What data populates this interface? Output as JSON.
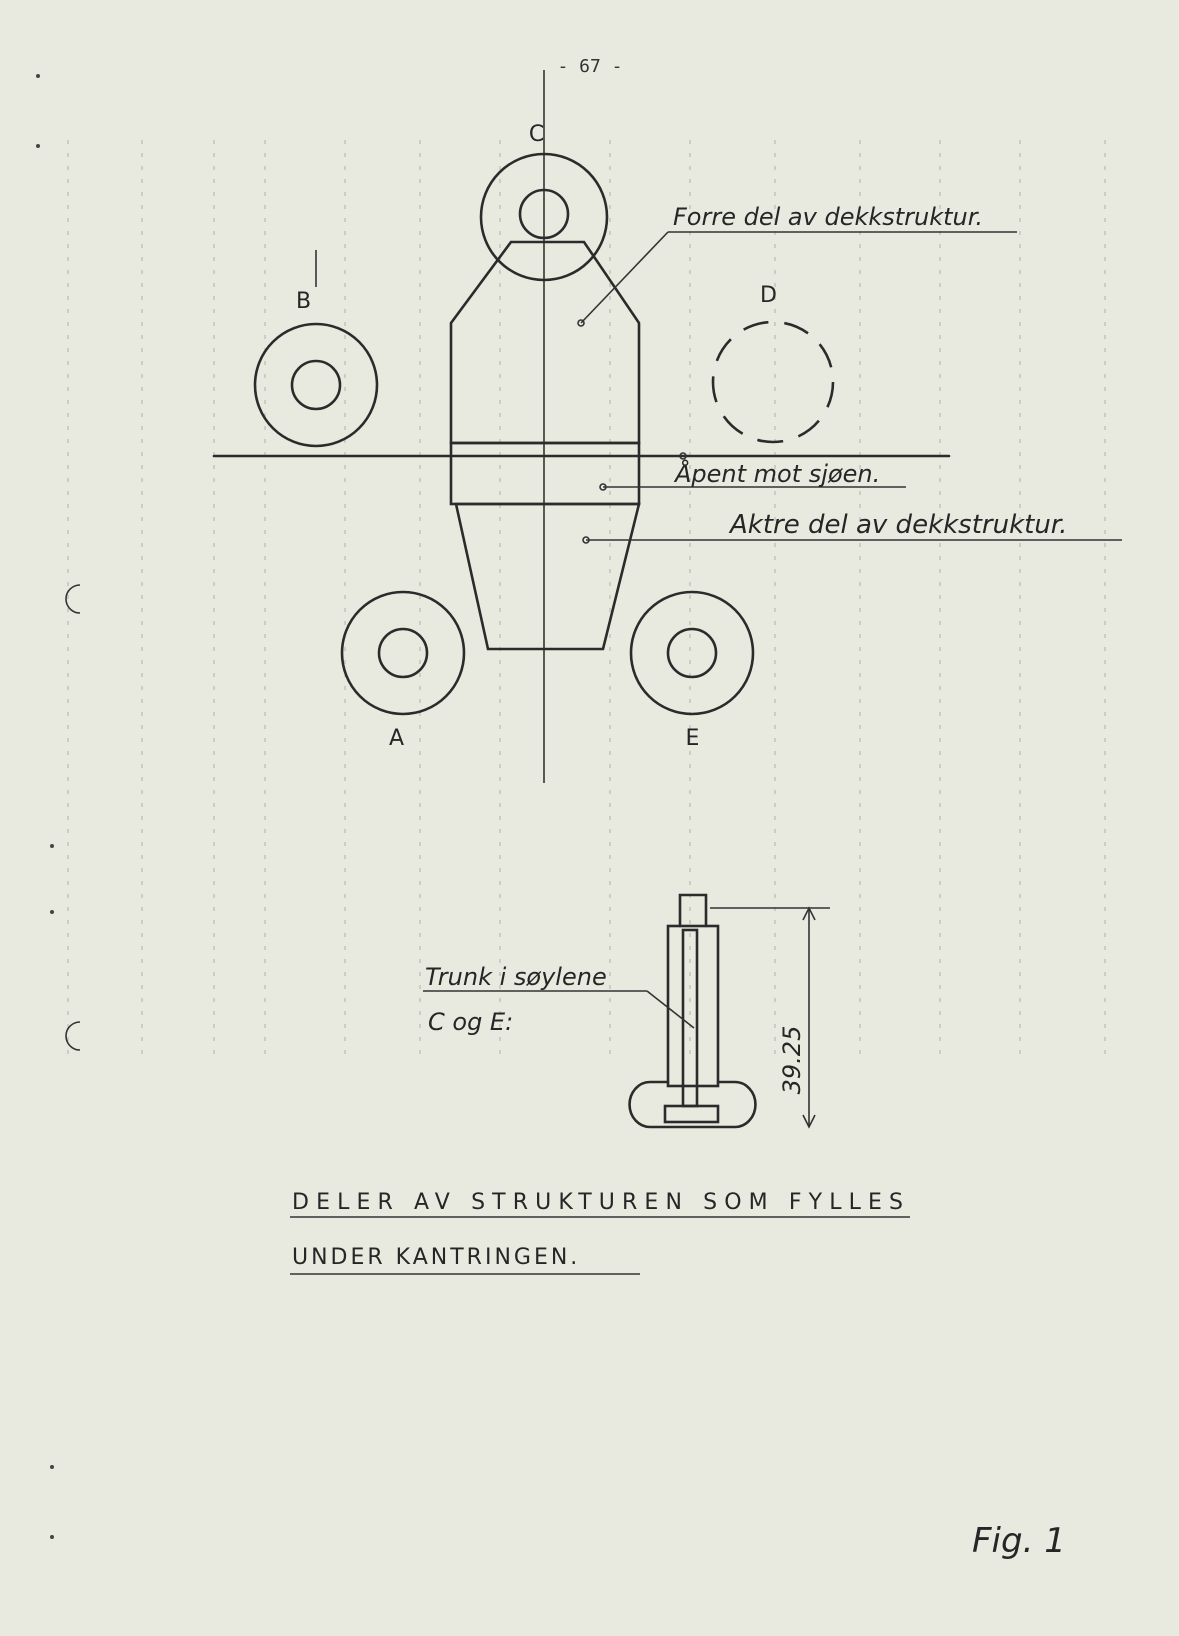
{
  "page_number": "- 67 -",
  "labels": {
    "a": "A",
    "b": "B",
    "c": "C",
    "d": "D",
    "e": "E"
  },
  "annotations": {
    "forward_deck": "Forre del av dekkstruktur.",
    "open_side": "Åpent mot sjøen.",
    "aft_deck": "Aktre del av dekkstruktur.",
    "trunk_line1": "Trunk i søylene",
    "trunk_line2": "C og E:",
    "dimension": "39.25"
  },
  "caption": {
    "line1": "DELER AV STRUKTUREN SOM FYLLES",
    "line2": "UNDER KANTRINGEN."
  },
  "figure_label": "Fig. 1"
}
